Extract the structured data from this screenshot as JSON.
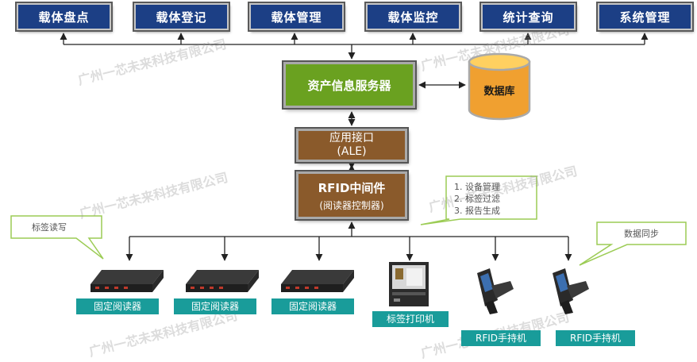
{
  "top_modules": [
    "载体盘点",
    "载体登记",
    "载体管理",
    "载体监控",
    "统计查询",
    "系统管理"
  ],
  "server": {
    "label": "资产信息服务器"
  },
  "database": {
    "label": "数据库"
  },
  "ale": {
    "line1": "应用接口",
    "line2": "(ALE)"
  },
  "middleware": {
    "title": "RFID中间件",
    "subtitle": "(阅读器控制器)"
  },
  "callouts": {
    "tag_rw": "标签读写",
    "functions": [
      "1. 设备管理",
      "2. 标签过滤",
      "3. 报告生成"
    ],
    "data_sync": "数据同步"
  },
  "devices": [
    {
      "label": "固定阅读器",
      "icon": "fixed-reader-icon"
    },
    {
      "label": "固定阅读器",
      "icon": "fixed-reader-icon"
    },
    {
      "label": "固定阅读器",
      "icon": "fixed-reader-icon"
    },
    {
      "label": "标签打印机",
      "icon": "label-printer-icon"
    },
    {
      "label": "RFID手持机",
      "icon": "handheld-icon"
    },
    {
      "label": "RFID手持机",
      "icon": "handheld-icon"
    }
  ],
  "watermark": "广州一芯未来科技有限公司",
  "colors": {
    "top_module": "#1c3f85",
    "server": "#6aa120",
    "middleware": "#8a5a2b",
    "device_label": "#199c9a",
    "database": "#f0a030"
  }
}
